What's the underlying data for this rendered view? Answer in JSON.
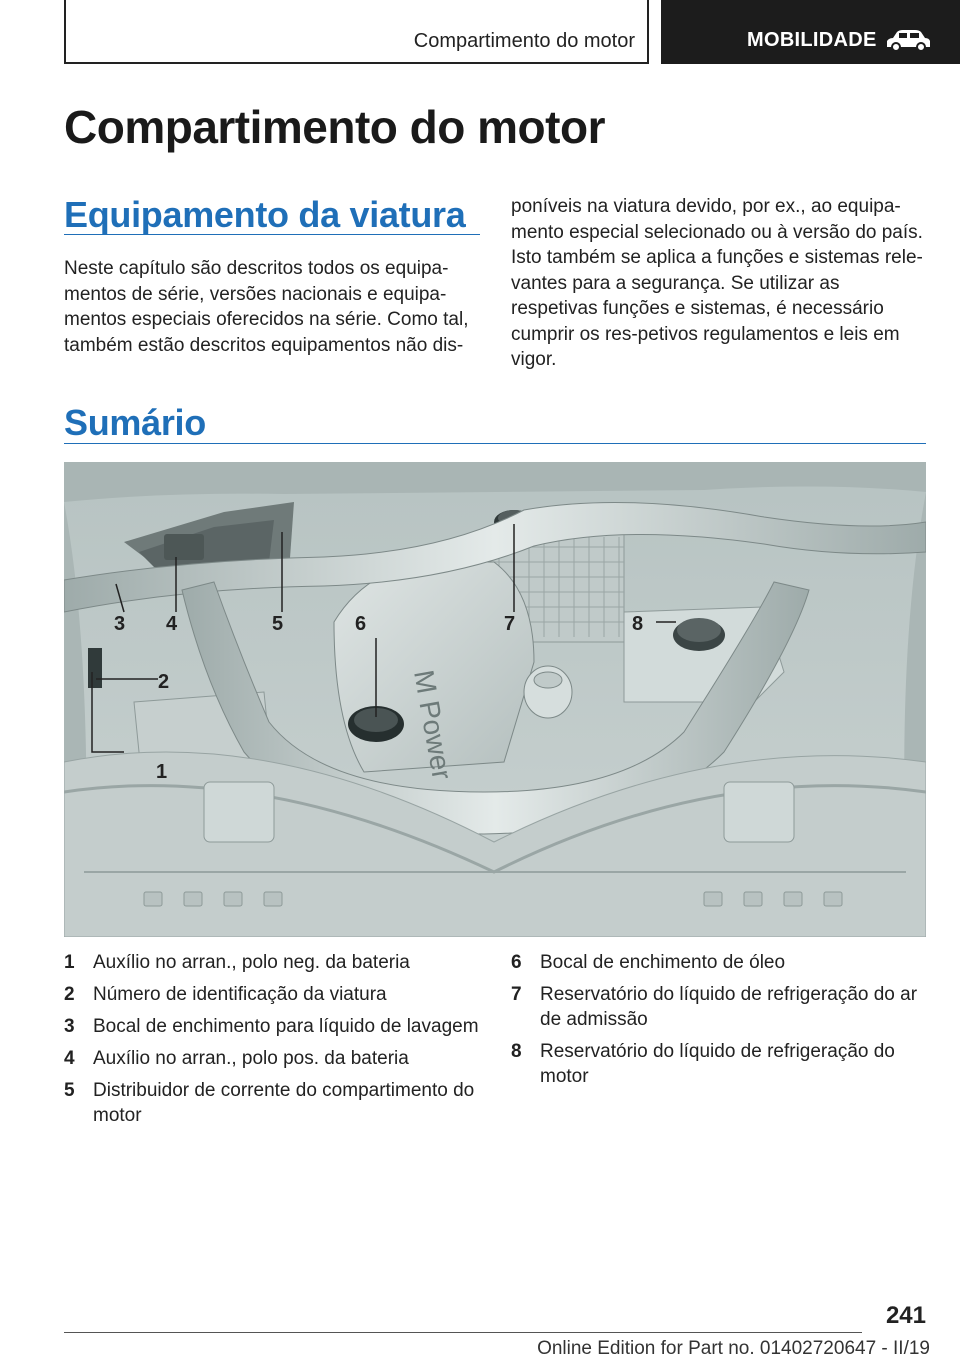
{
  "header": {
    "section": "Compartimento do motor",
    "chapter": "MOBILIDADE",
    "chapter_icon": "car-icon"
  },
  "title": "Compartimento do motor",
  "equipment": {
    "heading": "Equipamento da viatura",
    "paragraph_left": "Neste capítulo são descritos todos os equipa‐mentos de série, versões nacionais e equipa‐mentos especiais oferecidos na série. Como tal, também estão descritos equipamentos não dis‐",
    "paragraph_right": "poníveis na viatura devido, por ex., ao equipa‐mento especial selecionado ou à versão do país. Isto também se aplica a funções e sistemas rele‐vantes para a segurança. Se utilizar as respetivas funções e sistemas, é necessário cumprir os res‐petivos regulamentos e leis em vigor."
  },
  "summary": {
    "heading": "Sumário",
    "image": {
      "callouts": [
        "1",
        "2",
        "3",
        "4",
        "5",
        "6",
        "7",
        "8"
      ],
      "badge": "M Power"
    },
    "items": [
      {
        "num": "1",
        "text": "Auxílio no arran., polo neg. da bateria"
      },
      {
        "num": "2",
        "text": "Número de identificação da viatura"
      },
      {
        "num": "3",
        "text": "Bocal de enchimento para líquido de lavagem"
      },
      {
        "num": "4",
        "text": "Auxílio no arran., polo pos. da bateria"
      },
      {
        "num": "5",
        "text": "Distribuidor de corrente do compartimento do motor"
      },
      {
        "num": "6",
        "text": "Bocal de enchimento de óleo"
      },
      {
        "num": "7",
        "text": "Reservatório do líquido de refrigeração do ar de admissão"
      },
      {
        "num": "8",
        "text": "Reservatório do líquido de refrigeração do motor"
      }
    ]
  },
  "page_number": "241",
  "footer": "Online Edition for Part no. 01402720647 - II/19",
  "colors": {
    "accent": "#1f6fb8",
    "header_dark": "#1c1c1c"
  }
}
